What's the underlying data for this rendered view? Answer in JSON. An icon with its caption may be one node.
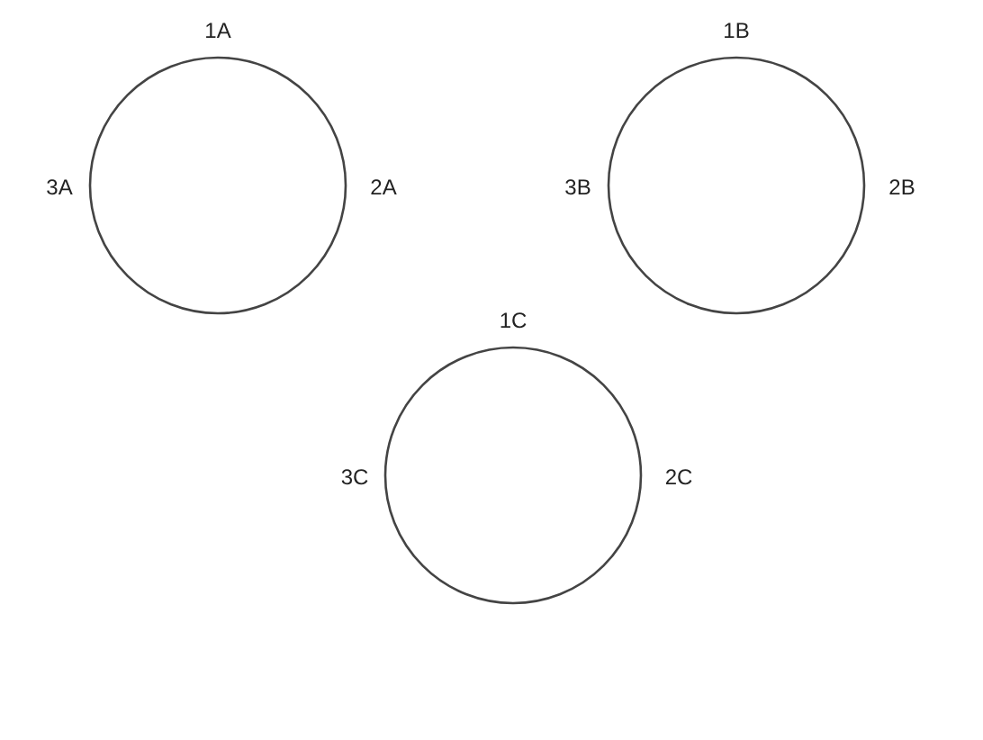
{
  "diagram": {
    "nodes": [
      {
        "text": [],
        "shape": "circle",
        "beside": [
          "1A",
          "3A",
          "2A"
        ]
      },
      {
        "text": [],
        "shape": "circle",
        "beside": [
          "1B",
          "3B",
          "2B"
        ]
      },
      {
        "text": [],
        "shape": "circle",
        "beside": [
          "1C",
          "3C",
          "2C"
        ]
      }
    ]
  }
}
